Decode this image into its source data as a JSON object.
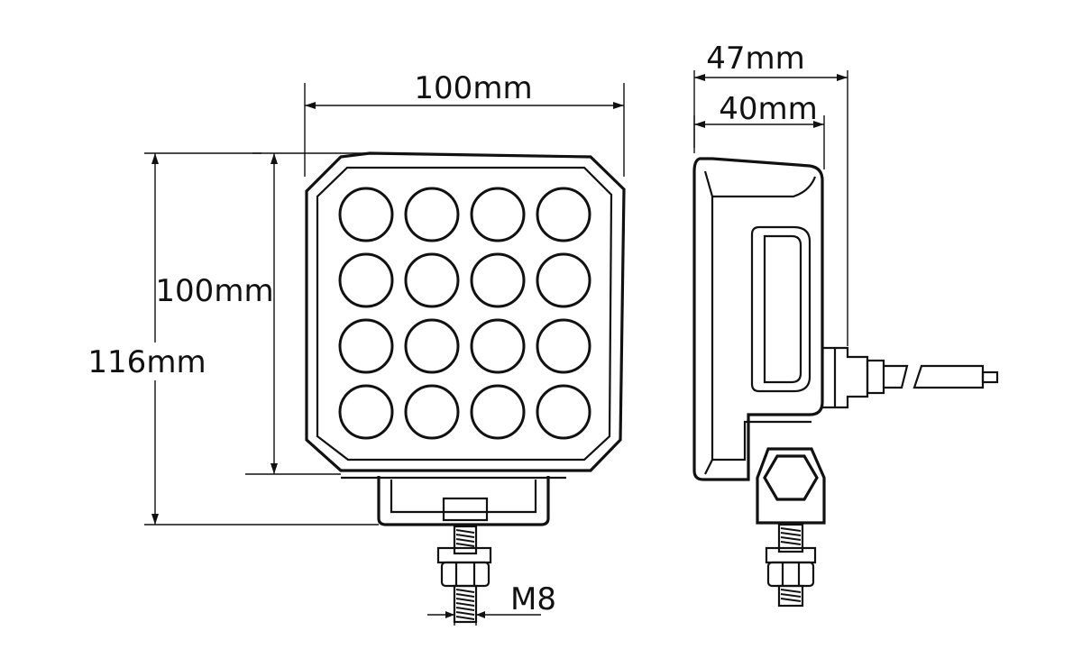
{
  "dimensions": {
    "front_width": "100mm",
    "front_inner_height": "100mm",
    "front_total_height": "116mm",
    "side_total_depth": "47mm",
    "side_body_depth": "40mm",
    "bolt_thread": "M8"
  },
  "led_grid": {
    "rows": 4,
    "columns": 4
  },
  "colors": {
    "line": "#111111",
    "background": "#ffffff"
  }
}
